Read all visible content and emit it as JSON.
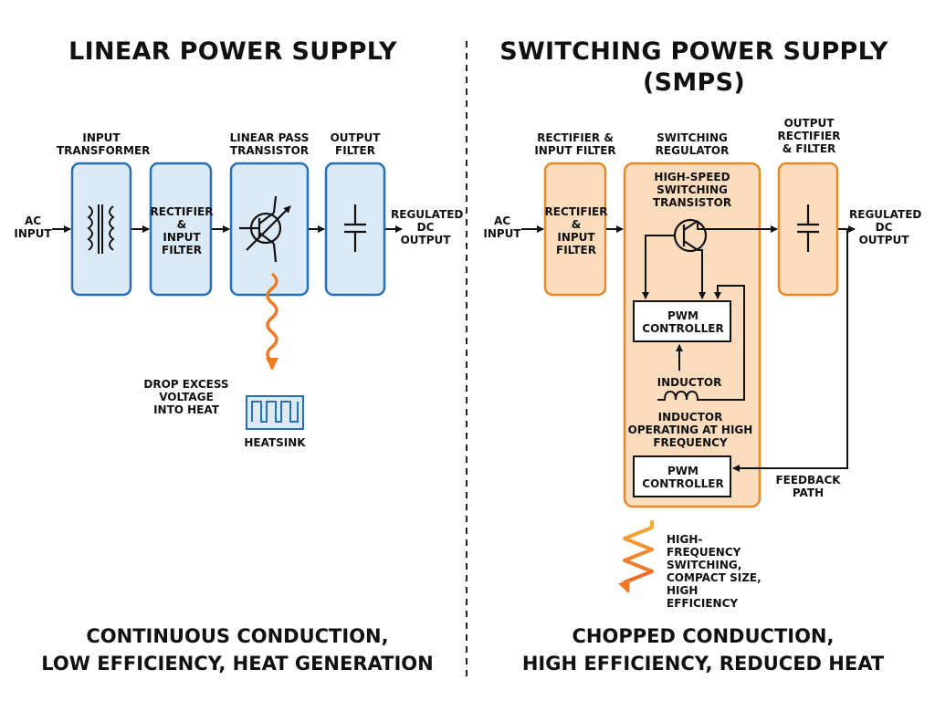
{
  "linear": {
    "title": "LINEAR POWER SUPPLY",
    "ac_input": "AC\nINPUT",
    "transformer_label": "INPUT\nTRANSFORMER",
    "rectifier_block": "RECTIFIER\n&\nINPUT\nFILTER",
    "pass_transistor_label": "LINEAR PASS\nTRANSISTOR",
    "output_filter_label": "OUTPUT\nFILTER",
    "regulated_output": "REGULATED\nDC\nOUTPUT",
    "heat_note": "DROP EXCESS\nVOLTAGE\nINTO HEAT",
    "heatsink": "HEATSINK",
    "summary": "CONTINUOUS CONDUCTION,\nLOW EFFICIENCY, HEAT GENERATION"
  },
  "smps": {
    "title": "SWITCHING POWER SUPPLY\n(SMPS)",
    "ac_input": "AC\nINPUT",
    "rectifier_label": "RECTIFIER &\nINPUT FILTER",
    "rectifier_block": "RECTIFIER\n&\nINPUT\nFILTER",
    "regulator_label": "SWITCHING\nREGULATOR",
    "transistor_label": "HIGH-SPEED\nSWITCHING\nTRANSISTOR",
    "pwm_top": "PWM\nCONTROLLER",
    "inductor_label": "INDUCTOR",
    "inductor_note": "INDUCTOR\nOPERATING AT HIGH\nFREQUENCY",
    "pwm_bottom": "PWM\nCONTROLLER",
    "output_label": "OUTPUT\nRECTIFIER\n& FILTER",
    "regulated_output": "REGULATED\nDC\nOUTPUT",
    "feedback": "FEEDBACK\nPATH",
    "hf_note": "HIGH-FREQUENCY\nSWITCHING,\nCOMPACT SIZE,\nHIGH EFFICIENCY",
    "summary": "CHOPPED CONDUCTION,\nHIGH EFFICIENCY, REDUCED HEAT"
  },
  "colors": {
    "linear_fill": "#dbeaf7",
    "linear_stroke": "#2a6fb3",
    "smps_fill": "#fbdcbd",
    "smps_stroke": "#e8892c",
    "heat_wave": "#f07a24"
  }
}
